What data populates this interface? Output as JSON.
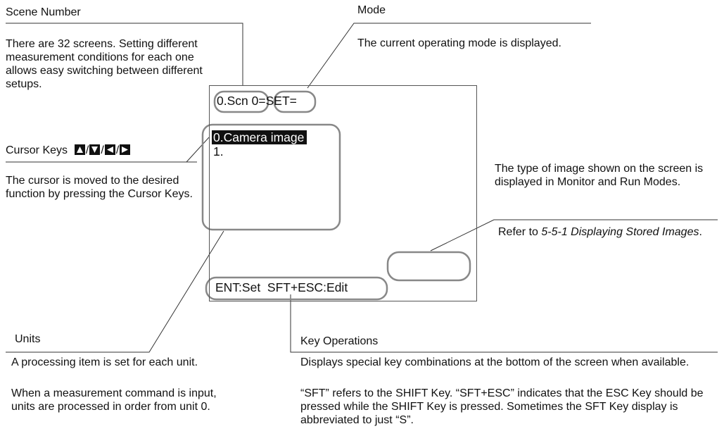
{
  "scene_number": {
    "title": "Scene Number",
    "description": "There are 32 screens. Setting different measurement conditions for each one allows easy switching between different setups."
  },
  "mode": {
    "title": "Mode",
    "description": "The current operating mode is displayed."
  },
  "cursor_keys": {
    "title": "Cursor Keys",
    "separator": "/",
    "icons": [
      "up-arrow-key-icon",
      "down-arrow-key-icon",
      "left-arrow-key-icon",
      "right-arrow-key-icon"
    ],
    "description": "The cursor is moved to the desired function by pressing the Cursor Keys."
  },
  "image_type": {
    "description": "The type of image shown on the screen is displayed in Monitor and Run Modes.",
    "refer_prefix": "Refer to ",
    "refer_link": "5-5-1 Displaying Stored Images",
    "refer_suffix": "."
  },
  "screen": {
    "scene": "0.Scn 0",
    "sep": "=",
    "mode": "SET=",
    "items": [
      "0.Camera image",
      "1."
    ],
    "footer": "ENT:Set  SFT+ESC:Edit"
  },
  "units": {
    "title": "Units",
    "desc1": "A processing item is set for each unit.",
    "desc2": "When a measurement command is input, units are processed in order from unit 0."
  },
  "key_operations": {
    "title": "Key Operations",
    "desc1": "Displays special key combinations at the bottom of the screen when available.",
    "desc2": "“SFT” refers to the SHIFT Key. “SFT+ESC” indicates that the ESC Key should be pressed while the SHIFT Key is pressed. Sometimes the SFT Key display is abbreviated to just “S”."
  },
  "colors": {
    "line": "#333333",
    "oval": "#888888",
    "highlight": "#111111"
  }
}
